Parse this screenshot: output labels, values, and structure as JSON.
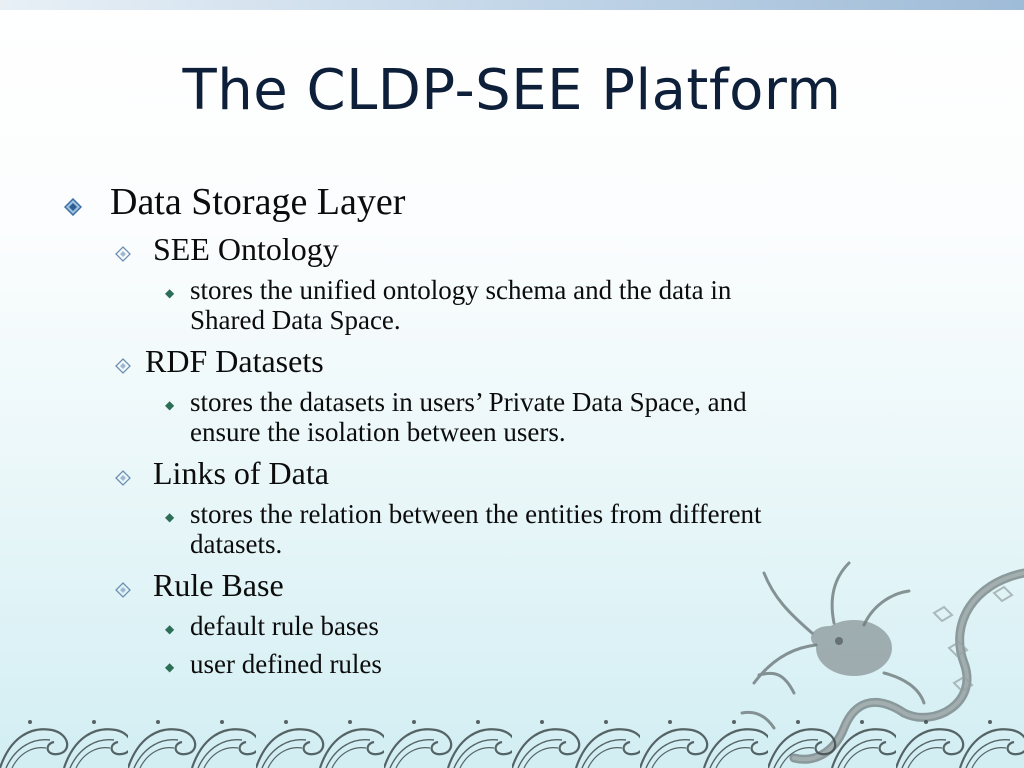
{
  "title": "The CLDP-SEE Platform",
  "level1": {
    "text": "Data Storage Layer"
  },
  "sections": [
    {
      "heading": "SEE Ontology",
      "desc": [
        "stores  the unified ontology  schema  and  the  data  in",
        "Shared  Data  Space."
      ]
    },
    {
      "heading": "RDF  Datasets",
      "desc": [
        " stores  the datasets in users’ Private Data Space, and",
        "ensure the isolation between users."
      ]
    },
    {
      "heading": "Links of Data",
      "desc": [
        " stores the relation between the entities from different",
        "datasets."
      ]
    },
    {
      "heading": "Rule Base",
      "items": [
        "default rule bases",
        " user defined rules"
      ]
    }
  ],
  "icons": {
    "level1_bullet": "diamond-bullet-icon",
    "level2_bullet": "diamond-bullet-icon",
    "level3_bullet": "small-diamond-bullet-icon",
    "decoration": [
      "wave-border-icon",
      "dragon-icon"
    ]
  },
  "colors": {
    "title": "#0e1f3a",
    "bullet_l1": "#3b6fa5",
    "bullet_l3": "#2d6e57",
    "background_bottom": "#d2eef3"
  }
}
